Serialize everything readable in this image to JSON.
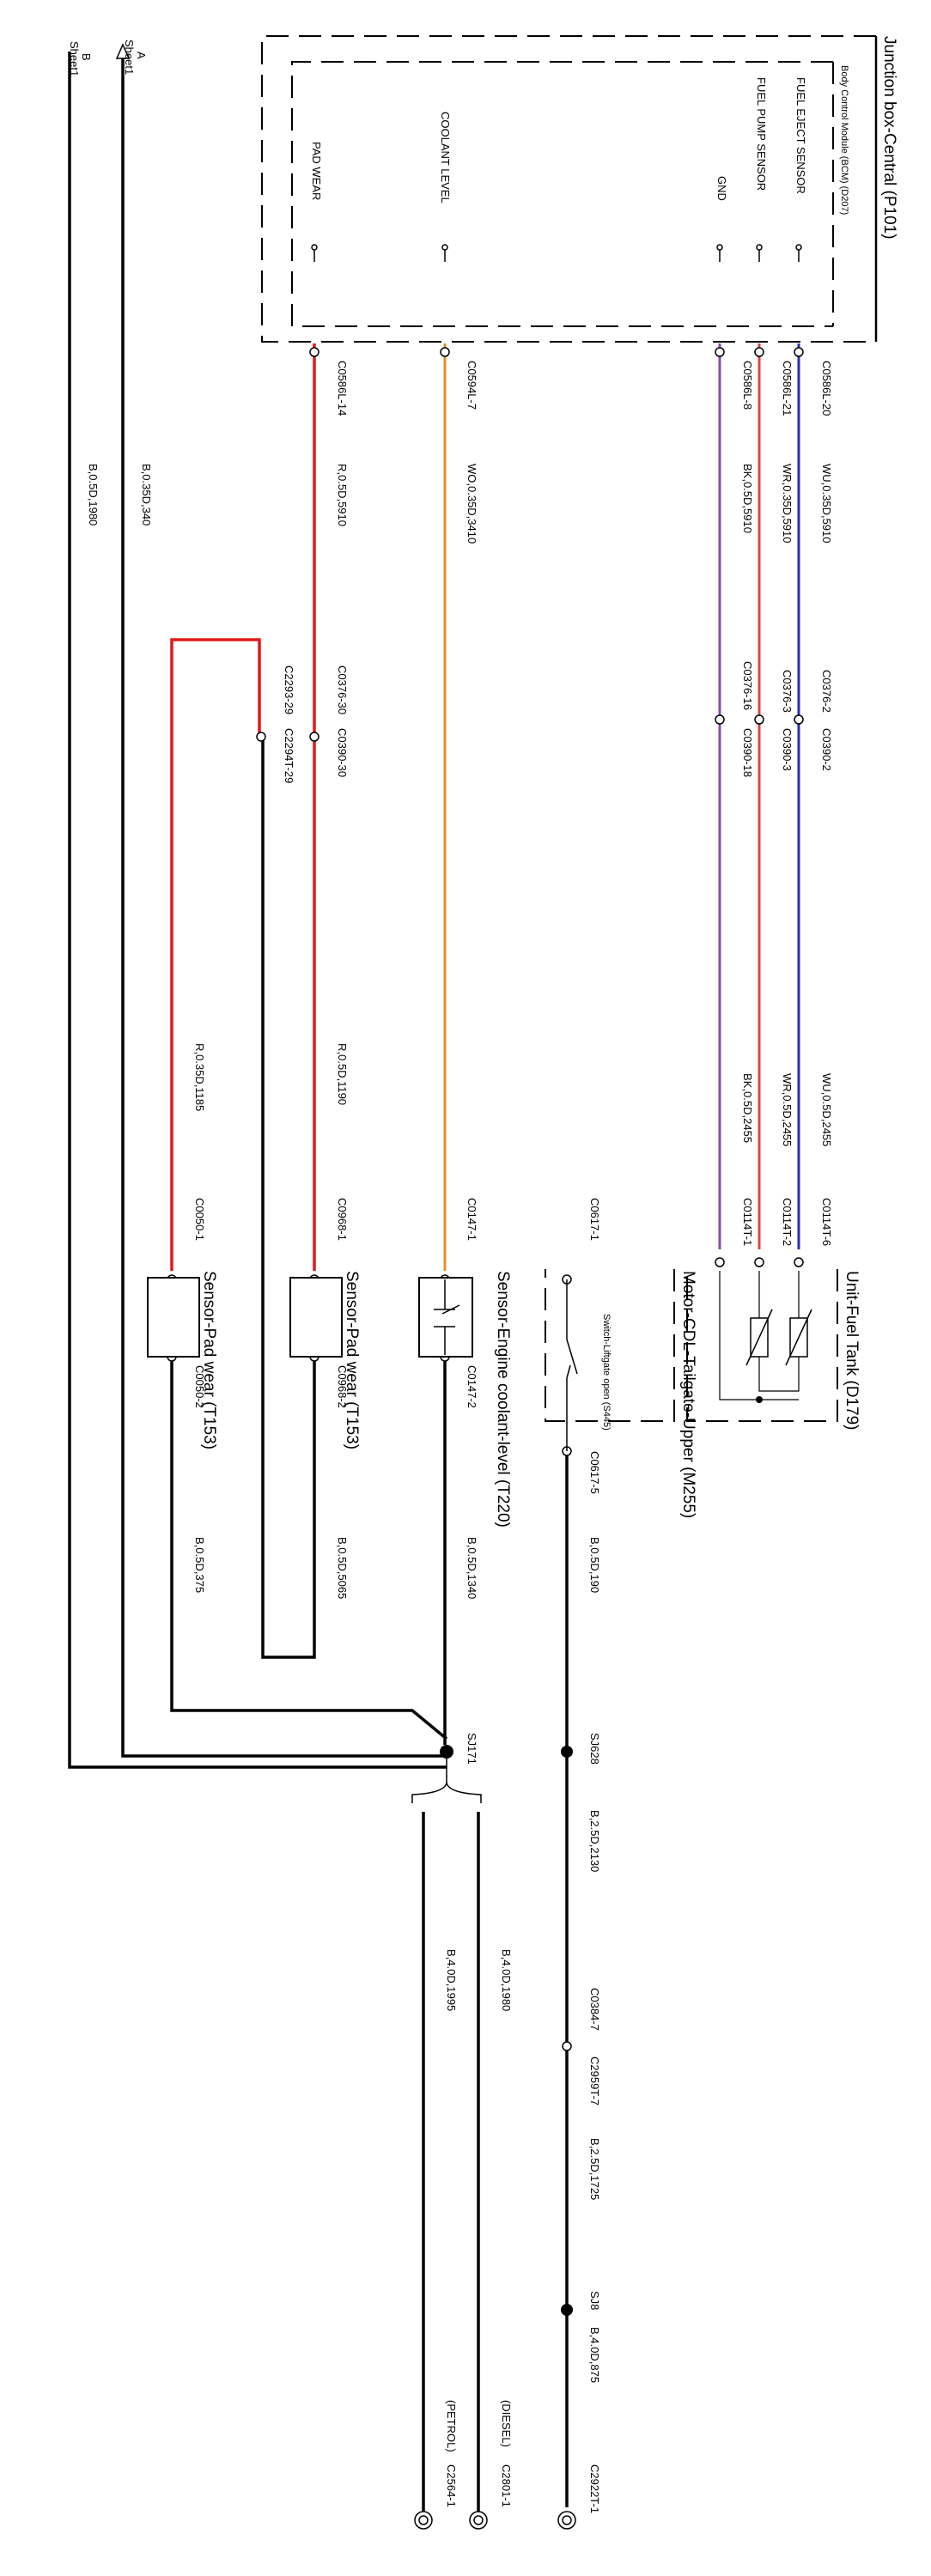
{
  "components": {
    "junction_box": {
      "title": "Junction box-Central (P101)"
    },
    "bcm": {
      "title": "Body Control Module (BCM) (D207)"
    },
    "fuel_tank": {
      "title": "Unit-Fuel Tank (D179)"
    },
    "tailgate_motor": {
      "title": "Motor-CDL-Tailgate-Upper (M255)"
    },
    "tailgate_switch": {
      "title": "Switch-Liftgate open (S445)"
    },
    "coolant_sensor": {
      "title": "Sensor-Engine coolant-level (T220)"
    },
    "pad_wear_front": {
      "title": "Sensor-Pad wear (T153)"
    },
    "pad_wear_rear": {
      "title": "Sensor-Pad wear (T153)"
    }
  },
  "pins": {
    "fuel_eject": "FUEL EJECT SENSOR",
    "fuel_pump": "FUEL PUMP SENSOR",
    "gnd": "GND",
    "coolant": "COOLANT LEVEL",
    "pad_wear": "PAD WEAR"
  },
  "sheets": {
    "a_letter": "A",
    "a_sheet": "Sheet1",
    "b_letter": "B",
    "b_sheet": "Sheet1"
  },
  "labels": {
    "c0586l_20": "C0586L-20",
    "c0586l_21": "C0586L-21",
    "c0586l_8": "C0586L-8",
    "c0594l_7": "C0594L-7",
    "c0586l_14": "C0586L-14",
    "w_wu_5910": "WU,0.35D,5910",
    "w_wr_5910": "WR,0.35D,5910",
    "w_bk_5910": "BK,0.5D,5910",
    "w_wo_3410": "WO,0.35D,3410",
    "w_r_5910": "R,0.5D,5910",
    "w_b_340": "B,0.35D,340",
    "w_b_1980": "B,0.5D,1980",
    "c0376_2": "C0376-2",
    "c0390_2": "C0390-2",
    "c0376_3": "C0376-3",
    "c0390_3": "C0390-3",
    "c0376_16": "C0376-16",
    "c0390_18": "C0390-18",
    "c0376_30": "C0376-30",
    "c0390_30": "C0390-30",
    "c2293_29": "C2293-29",
    "c2294t_29": "C2294T-29",
    "w_wu_2455": "WU,0.5D,2455",
    "w_wr_2455": "WR,0.5D,2455",
    "w_bk_2455": "BK,0.5D,2455",
    "w_r_1190": "R,0.5D,1190",
    "w_r_1185": "R,0.35D,1185",
    "c0114t_6": "C0114T-6",
    "c0114t_2": "C0114T-2",
    "c0114t_1": "C0114T-1",
    "c0617_1": "C0617-1",
    "c0617_5": "C0617-5",
    "c0147_1": "C0147-1",
    "c0147_2": "C0147-2",
    "c0968_1": "C0968-1",
    "c0968_2": "C0968-2",
    "c0050_1": "C0050-1",
    "c0050_2": "C0050-2",
    "w_b_190": "B,0.5D,190",
    "w_b_1340": "B,0.5D,1340",
    "w_b_5065": "B,0.5D,5065",
    "w_b_375": "B,0.5D,375",
    "sj628": "SJ628",
    "sj171": "SJ171",
    "sj8": "SJ8",
    "w_b_2130": "B,2.5D,2130",
    "w_b_1725": "B,2.5D,1725",
    "w_b_875": "B,4.0D,875",
    "w_b_1980_diesel": "B,4.0D,1980",
    "w_b_1995": "B,4.0D,1995",
    "c0384_7": "C0384-7",
    "c2959t_7": "C2959T-7",
    "diesel": "(DIESEL)",
    "petrol": "(PETROL)",
    "c2922t_1": "C2922T-1",
    "c2801_1": "C2801-1",
    "c2564_1": "C2564-1"
  },
  "wire_colors": {
    "blue": "#2b2fb8",
    "red_orange": "#d9473a",
    "purple": "#8a4aa8",
    "orange": "#e0902a",
    "red": "#e2191b",
    "black": "#000000"
  }
}
